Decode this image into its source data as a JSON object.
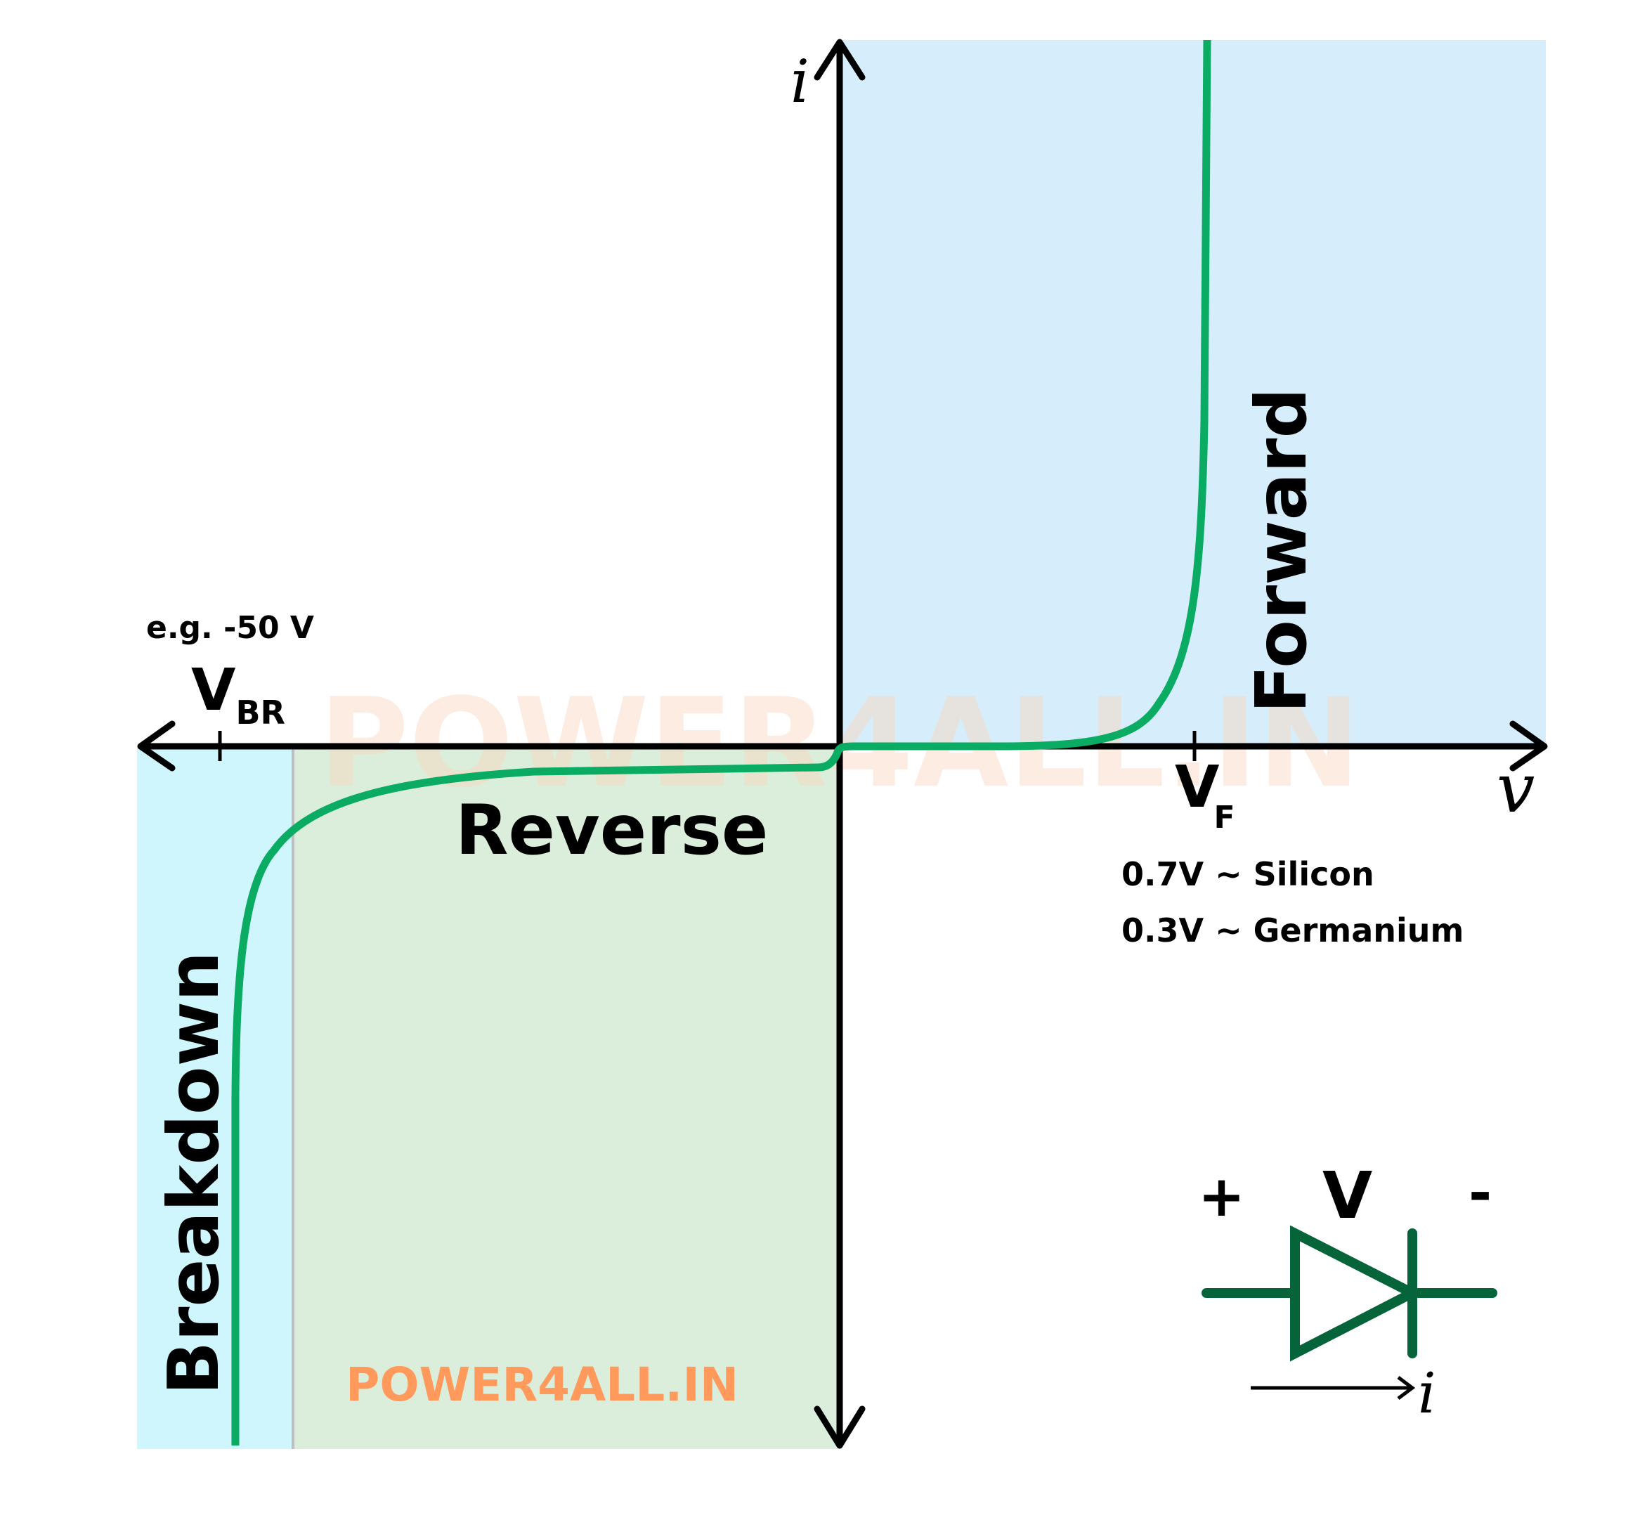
{
  "colors": {
    "forward_region": "#D6EEFB",
    "breakdown_region": "#CFF6FD",
    "reverse_region": "#DBEEDB",
    "divider": "#BFBFBF",
    "curve": "#0AAB63",
    "axis": "#000000",
    "diode_symbol": "#05643A",
    "watermark": "#FF9A5C",
    "watermark_faint": "#FAD6BE"
  },
  "axes": {
    "y_label": "i",
    "x_label": "v"
  },
  "regions": {
    "forward": "Forward",
    "reverse": "Reverse",
    "breakdown": "Breakdown"
  },
  "breakdown_voltage": {
    "symbol": "V",
    "subscript": "BR",
    "example": "e.g. -50 V"
  },
  "forward_voltage": {
    "symbol": "V",
    "subscript": "F",
    "notes": [
      "0.7V ~ Silicon",
      "0.3V ~ Germanium"
    ]
  },
  "diode_symbol": {
    "plus": "+",
    "voltage": "V",
    "minus": "-",
    "current": "i"
  },
  "watermark": {
    "large": "POWER4ALL.IN",
    "small": "POWER4ALL.IN"
  }
}
